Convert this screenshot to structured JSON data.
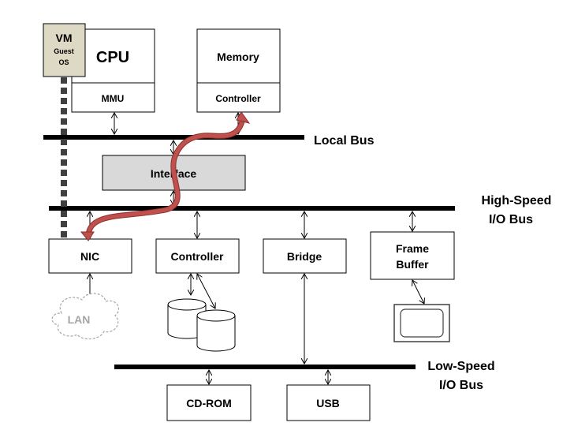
{
  "vm": {
    "title": "VM",
    "line1": "Guest",
    "line2": "OS"
  },
  "cpu": {
    "label": "CPU",
    "mmu": "MMU"
  },
  "memory": {
    "label": "Memory",
    "controller": "Controller"
  },
  "buses": {
    "local": "Local Bus",
    "high_line1": "High-Speed",
    "high_line2": "I/O Bus",
    "low_line1": "Low-Speed",
    "low_line2": "I/O Bus"
  },
  "interface": "Interface",
  "nic": "NIC",
  "controller": "Controller",
  "bridge": "Bridge",
  "frame_buffer": {
    "line1": "Frame",
    "line2": "Buffer"
  },
  "lan": "LAN",
  "cdrom": "CD-ROM",
  "usb": "USB",
  "colors": {
    "vm_fill": "#ddd9c4",
    "interface_fill": "#d9d9d9",
    "path_stroke": "#c0504d",
    "path_outline": "#8b2f2c",
    "lan_text": "#a6a6a6"
  }
}
